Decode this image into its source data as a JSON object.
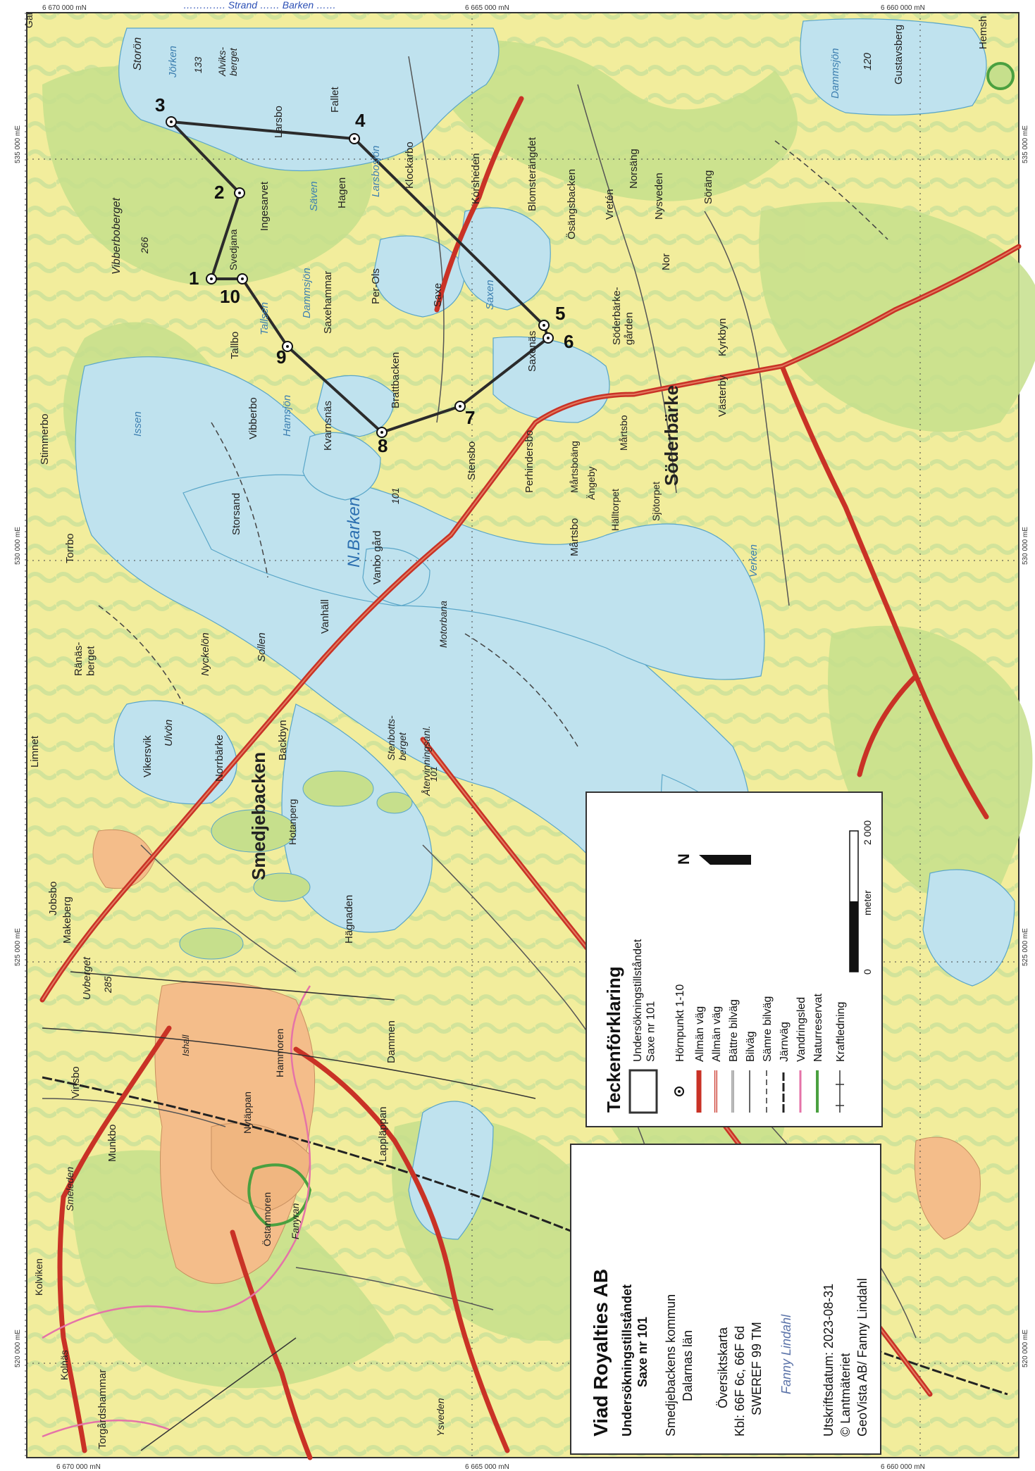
{
  "header_scrawl": "…………. Strand …… Barken ……",
  "grid": {
    "top": [
      "6 670 000 mN",
      "6 665 000 mN",
      "6 660 000 mN"
    ],
    "bottom": [
      "6 670 000 mN",
      "6 665 000 mN",
      "6 660 000 mN"
    ],
    "left": [
      "535 000 mE",
      "530 000 mE",
      "525 000 mE",
      "520 000 mE"
    ],
    "right": [
      "535 000 mE",
      "530 000 mE",
      "525 000 mE",
      "520 000 mE"
    ]
  },
  "survey_points": [
    {
      "label": "1"
    },
    {
      "label": "2"
    },
    {
      "label": "3"
    },
    {
      "label": "4"
    },
    {
      "label": "5"
    },
    {
      "label": "6"
    },
    {
      "label": "7"
    },
    {
      "label": "8"
    },
    {
      "label": "9"
    },
    {
      "label": "10"
    }
  ],
  "places": {
    "storon": "Storön",
    "jorken": "Jörken",
    "n133": "133",
    "alviksberget": "Alviks-\nberget",
    "fallet": "Fallet",
    "larsbo": "Larsbo",
    "saven": "Säven",
    "larsbosjon": "Larsbosjön",
    "hagen": "Hagen",
    "klockarbo": "Klockarbo",
    "korsheden": "Korsheden",
    "blomsteranget": "Blomsterängdet",
    "osangsbacken": "Ösängsbacken",
    "vretén": "Vretén",
    "norsang": "Norsäng",
    "nor": "Nor",
    "nysveden": "Nysveden",
    "sorang": "Söräng",
    "dammsjon_e": "Dammsjön",
    "n120": "120",
    "gustavsberg": "Gustavsberg",
    "hemsh": "Hemsh",
    "vibberboberget": "Vibberboberget",
    "n266": "266",
    "ingesarvet": "Ingesarvet",
    "svedjana": "Svedjana",
    "dammsjon": "Dammsjön",
    "saxehammar": "Saxehammar",
    "perols": "Per-Ols",
    "saxe": "Saxe",
    "saxen": "Saxen",
    "tallbo": "Tallbo",
    "tallsen": "Tallsen",
    "brattbacken": "Brattbacken",
    "saxenas": "Saxenäs",
    "soderbarkegarden": "Söderbärke-\ngården",
    "kyrkbyn": "Kyrkbyn",
    "stimmerbo": "Stimmerbo",
    "issen": "Issen",
    "vibberbo": "Vibberbo",
    "hamsjon": "Hamsjön",
    "kvarnsnas": "Kvarnsnäs",
    "stensbo": "Stensbo",
    "n101": "101",
    "perhindersbo": "Perhindersbo",
    "martsbo": "Mårtsbo",
    "soderbarke": "Söderbärke",
    "vasterby": "Västerby",
    "martsboang": "Mårtsboäng",
    "angeby": "Ängeby",
    "halltorpet": "Hälltorpet",
    "sjotorpet": "Sjötorpet",
    "martsbo2": "Mårtsbo",
    "verken": "Verken",
    "torrbo": "Torrbo",
    "storsand": "Storsand",
    "nbarken": "N.Barken",
    "vanbogard": "Vanbo gård",
    "vanhall": "Vanhäll",
    "motorbana": "Motorbana",
    "sollen": "Sollen",
    "nyckelon": "Nyckelön",
    "ranasberget": "Ränäs-\nberget",
    "limnet": "Limnet",
    "vikersvik": "Vikersvik",
    "ulvon": "Ulvön",
    "norrbarke": "Norrbärke",
    "smedjebacken": "Smedjebacken",
    "backbyn": "Backbyn",
    "stenbottsberget": "Stenbotts-\nberget",
    "atervinning": "Återvinningsanl.",
    "jobsbo": "Jobsbo",
    "makeberg": "Makeberg",
    "uvberget": "Uvberget",
    "n285": "285",
    "hotanperg": "Hotanperg",
    "hagnaden": "Hägnaden",
    "vinsbo": "Vinsbo",
    "nytappan": "Nytäppan",
    "hammoren": "Hammoren",
    "dammen": "Dammen",
    "munkbo": "Munkbo",
    "smeleden": "Smeleden",
    "ostanmoren": "Östanmoren",
    "fanyran": "Fanyran",
    "lappläppan": "Lappläppan",
    "kolviken": "Kolviken",
    "kolnas": "Kolnäs",
    "torgardshammar": "Torgårdshammar",
    "ysveden": "Ysveden",
    "gar": "Gar",
    "ishall": "Ishall",
    "n101b": "101"
  },
  "legend": {
    "title": "Teckenförklaring",
    "items": [
      {
        "label": "Undersökningstillståndet\nSaxe nr 101"
      },
      {
        "label": "Hörnpunkt 1-10"
      },
      {
        "label": "Allmän väg"
      },
      {
        "label": "Allmän väg"
      },
      {
        "label": "Bättre bilväg"
      },
      {
        "label": "Bilväg"
      },
      {
        "label": "Sämre bilväg"
      },
      {
        "label": "Järnväg"
      },
      {
        "label": "Vandringsled"
      },
      {
        "label": "Naturreservat"
      },
      {
        "label": "Kraftledning"
      }
    ],
    "north_label": "N",
    "scale": {
      "zero": "0",
      "max": "2 000",
      "unit": "meter"
    }
  },
  "infobox": {
    "company": "Viad Royalties AB",
    "permit_title": "Undersökningstillståndet",
    "permit_name": "Saxe nr 101",
    "municipality": "Smedjebackens kommun",
    "county": "Dalarnas län",
    "map_type": "Översiktskarta",
    "sheets": "Kbl: 66F 6c, 66F 6d",
    "crs": "SWEREF 99 TM",
    "signature": "Fanny Lindahl",
    "print_date": "Utskriftsdatum: 2023-08-31",
    "copy1": "© Lantmäteriet",
    "copy2": "GeoVista AB/ Fanny Lindahl"
  },
  "colors": {
    "land": "#f3ee9b",
    "forest": "#c9e08f",
    "water": "#bfe2ee",
    "urban": "#f4bd8a",
    "road_main": "#c93226",
    "route": "#2b2b2b"
  }
}
